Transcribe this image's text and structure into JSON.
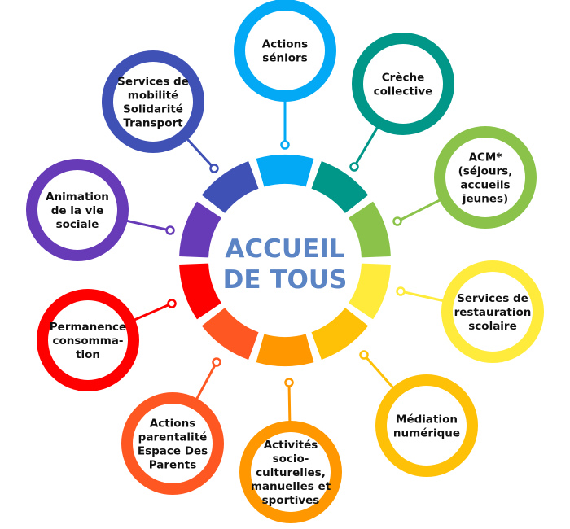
{
  "center": {
    "lines": [
      "ACCUEIL",
      "DE TOUS"
    ],
    "color": "#5B84C4"
  },
  "items": [
    {
      "label": [
        "Actions",
        "séniors"
      ],
      "color": "#03A9F4"
    },
    {
      "label": [
        "Crèche",
        "collective"
      ],
      "color": "#009688"
    },
    {
      "label": [
        "ACM*",
        "(séjours,",
        "accueils",
        "jeunes)"
      ],
      "color": "#8BC34A"
    },
    {
      "label": [
        "Services de",
        "restauration",
        "scolaire"
      ],
      "color": "#FFEB3B"
    },
    {
      "label": [
        "Médiation",
        "numérique"
      ],
      "color": "#FFC107"
    },
    {
      "label": [
        "Activités",
        "socio-",
        "culturelles,",
        "manuelles et",
        "sportives"
      ],
      "color": "#FF9800"
    },
    {
      "label": [
        "Actions",
        "parentalité",
        "Espace Des",
        "Parents"
      ],
      "color": "#FF5722"
    },
    {
      "label": [
        "Permanence",
        "consommation-",
        "tion"
      ],
      "color": "#FF0000"
    },
    {
      "label": [
        "Animation",
        "de la vie",
        "sociale"
      ],
      "color": "#673AB7"
    },
    {
      "label": [
        "Services de",
        "mobilité",
        "Solidarité",
        "Transport"
      ],
      "color": "#3F51B5"
    }
  ]
}
